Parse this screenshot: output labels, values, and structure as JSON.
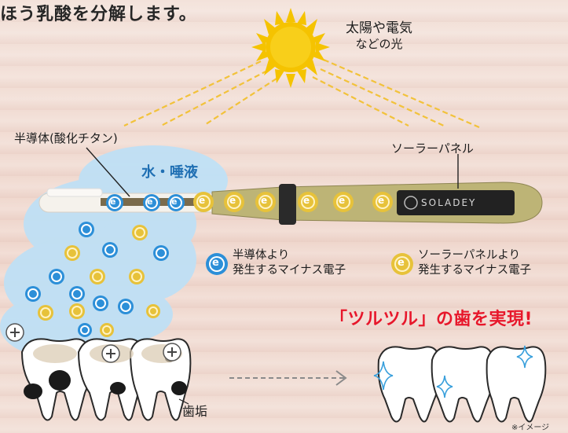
{
  "headline_top": "ほう乳酸を分解します。",
  "sun_caption": {
    "line1": "太陽や電気",
    "line2": "などの光"
  },
  "semiconductor_label": "半導体(酸化チタン)",
  "solar_panel_label": "ソーラーパネル",
  "water_label": "水・唾液",
  "brand_label": "SOLADEY",
  "electron_symbol": "e",
  "legend": {
    "semiconductor": {
      "line1": "半導体より",
      "line2": "発生するマイナス電子",
      "color": "#2c8fd8"
    },
    "solar": {
      "line1": "ソーラーパネルより",
      "line2": "発生するマイナス電子",
      "color": "#e7c23a"
    }
  },
  "tartar_label": "歯垢",
  "headline_red": "「ツルツル」の歯を実現!",
  "image_note": "※イメージ",
  "colors": {
    "sun": "#f5c300",
    "ray": "#f2c23a",
    "water": "#bfe0f5",
    "headline_red": "#e7172b",
    "handle": "#bdb476",
    "panel": "#222222"
  },
  "icons": [
    "sun-icon",
    "plus-icon",
    "sparkle-icon",
    "dashed-arrow-icon",
    "tooth-icon"
  ]
}
